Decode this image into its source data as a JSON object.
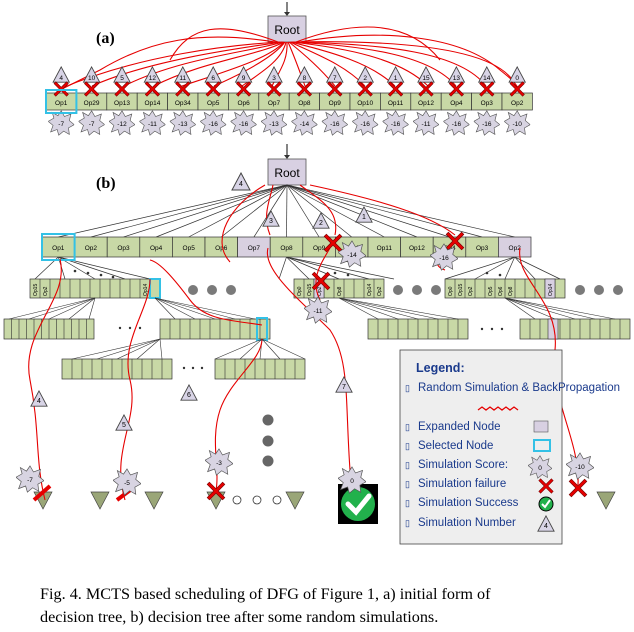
{
  "panel_a": {
    "label": "(a)",
    "root": "Root",
    "ops": [
      "Op1",
      "Op29",
      "Op13",
      "Op14",
      "Op34",
      "Op5",
      "Op6",
      "Op7",
      "Op8",
      "Op9",
      "Op10",
      "Op11",
      "Op12",
      "Op4",
      "Op3",
      "Op2"
    ],
    "sim_numbers": [
      "4",
      "10",
      "5",
      "12",
      "11",
      "6",
      "9",
      "3",
      "8",
      "7",
      "2",
      "1",
      "15",
      "13",
      "14",
      "0"
    ],
    "scores": [
      "-7",
      "-7",
      "-12",
      "-11",
      "-13",
      "-16",
      "-16",
      "-13",
      "-14",
      "-16",
      "-16",
      "-16",
      "-11",
      "-16",
      "-16",
      "-10"
    ],
    "selected_op": "Op1"
  },
  "panel_b": {
    "label": "(b)",
    "root": "Root",
    "ops": [
      "Op1",
      "Op2",
      "Op3",
      "Op4",
      "Op5",
      "Op6",
      "Op7",
      "Op8",
      "Op9",
      "Op10",
      "Op11",
      "Op12",
      "Op4",
      "Op3",
      "Op2"
    ],
    "root_sim_number": "4",
    "level1_sim_numbers": [
      "3",
      "2",
      "1"
    ],
    "level1_scores": [
      "-14",
      "-16"
    ],
    "level2a_ops": [
      "Op15",
      "Op2",
      "Op14"
    ],
    "level2b_ops": [
      "Op0",
      "Op15",
      "Op2",
      "Op8",
      "Op14",
      "Op2"
    ],
    "level2c_ops": [
      "Op0",
      "Op15",
      "Op2",
      "Op5",
      "Op6",
      "Op8",
      "Op14"
    ],
    "level2_score": "-11",
    "path_sim_numbers": [
      "4",
      "5",
      "6",
      "7"
    ],
    "leaf_scores": [
      "-7",
      "-5",
      "-3",
      "0",
      "-10"
    ]
  },
  "legend": {
    "title": "Legend:",
    "items": [
      "Random Simulation & BackPropagation",
      "Expanded Node",
      "Selected Node",
      "Simulation Score:",
      "Simulation failure",
      "Simulation Success",
      "Simulation Number"
    ],
    "score_example": "0",
    "number_example": "4"
  },
  "caption": {
    "line1": "Fig. 4. MCTS based scheduling of DFG of Figure 1, a) initial form of",
    "line2": "decision tree, b) decision tree after some random simulations."
  },
  "colors": {
    "op_cell": "#c8d8a6",
    "expanded": "#d8d0e0",
    "selected_border": "#33c1e6",
    "red": "#e60000",
    "triangle": "#9aa678"
  }
}
